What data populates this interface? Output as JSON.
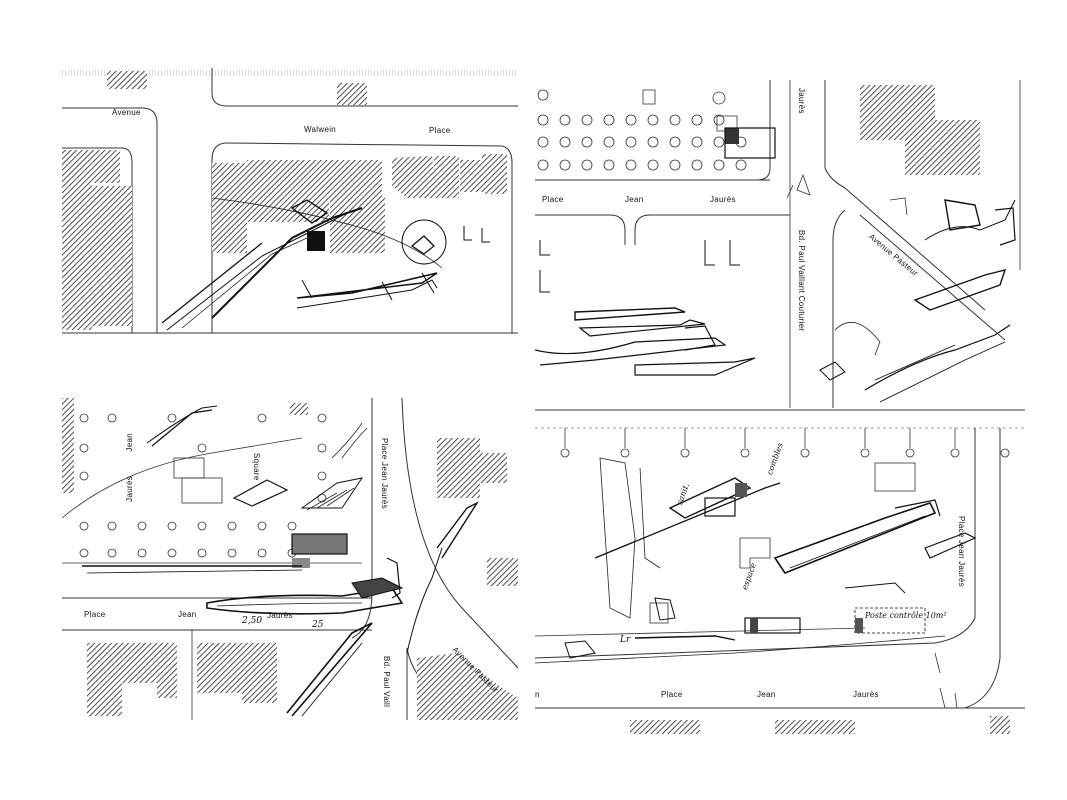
{
  "panels": [
    {
      "labels": {
        "avenue": "Avenue",
        "walwein": "Walwein",
        "place": "Place"
      }
    },
    {
      "labels": {
        "place": "Place",
        "jean": "Jean",
        "jaures": "Jaurès",
        "jaures_vertical": "Jaurès",
        "avenue_pasteur": "Avenue Pasteur",
        "bd_paul_vaillant": "Bd. Paul Vaillant Couturier"
      }
    },
    {
      "labels": {
        "jean": "Jean",
        "jaures": "Jaurès",
        "square": "Square",
        "place_jean_jaures": "Place Jean Jaurès",
        "place": "Place",
        "jean_bottom": "Jean",
        "jaures_bottom": "Jaurès",
        "bd_paul_vaill": "Bd. Paul Vaill",
        "avenue_pasteur": "Avenue Pasteur"
      },
      "annotations": {
        "dim_a": "2,50",
        "dim_b": "25"
      }
    },
    {
      "labels": {
        "place_jean_jaures": "Place Jean Jaurès",
        "place": "Place",
        "jean": "Jean",
        "jaures": "Jaurès",
        "n": "n"
      },
      "annotations": {
        "poste": "Poste contrôle 10m²",
        "espace": "espace",
        "sanit": "sanit.",
        "combles": "combles",
        "lr": "Lr"
      }
    }
  ]
}
